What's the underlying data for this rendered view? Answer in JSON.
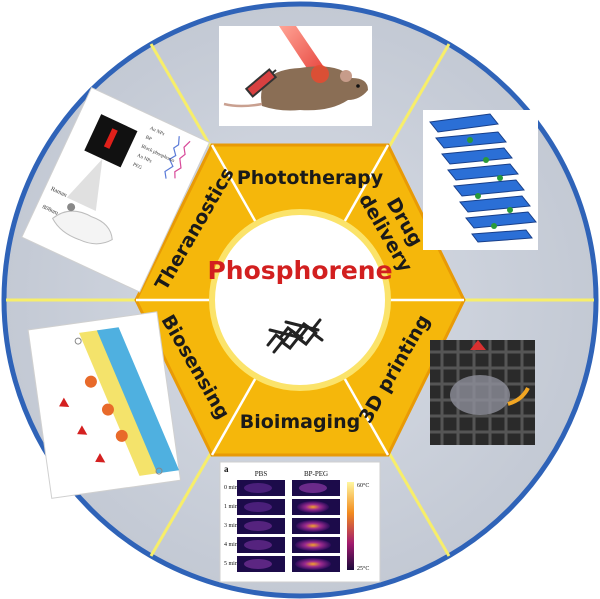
{
  "center": {
    "title": "Phosphorene"
  },
  "segments": [
    {
      "label": "Phototherapy"
    },
    {
      "label": "Drug delivery",
      "line1": "Drug",
      "line2": "delivery"
    },
    {
      "label": "3D printing"
    },
    {
      "label": "Bioimaging"
    },
    {
      "label": "Biosensing"
    },
    {
      "label": "Theranostics"
    }
  ],
  "bioimaging_panel": {
    "panel_letter": "a",
    "col_pbs": "PBS",
    "col_bp": "BP-PEG",
    "rows": [
      "0 min",
      "1 min",
      "3 min",
      "4 min",
      "5 min"
    ],
    "scale_max": "60°C",
    "scale_min": "25°C"
  },
  "theranostics_panel": {
    "legend": [
      "Au NPs",
      "BP",
      "Black phosphorus",
      "Au NPs",
      "PEG"
    ],
    "labels": [
      "Raman",
      "808nm"
    ]
  },
  "colors": {
    "outer_ring": "#2f63b8",
    "ring_border": "#1e3f7a",
    "hexagon": "#f5b70b",
    "hex_border": "#e89a06",
    "divider": "#f7ee6a",
    "center_title": "#d21f1f"
  }
}
